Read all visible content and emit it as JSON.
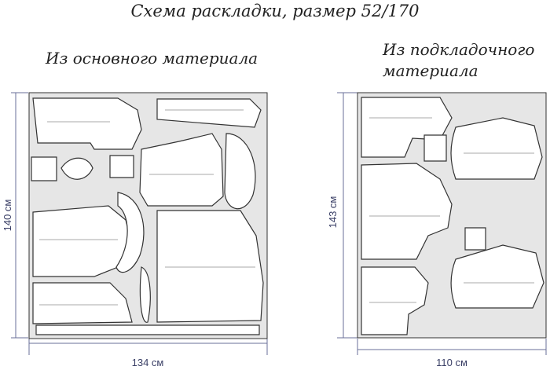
{
  "title": "Схема раскладки, размер 52/170",
  "main_material": {
    "label": "Из основного материала",
    "width": "134 см",
    "height": "140 см"
  },
  "lining_material": {
    "label_line1": "Из подкладочного",
    "label_line2": "материала",
    "width": "110 см",
    "height": "143 см"
  }
}
